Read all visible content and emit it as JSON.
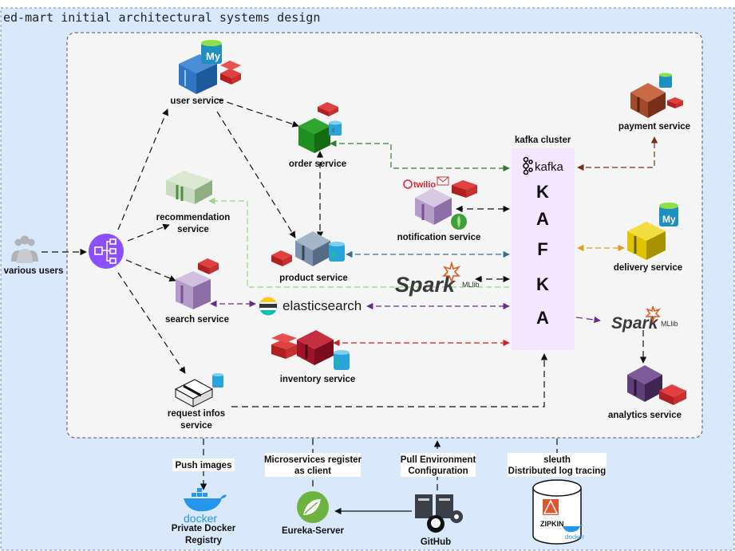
{
  "diagram_title": "ed-mart initial architectural systems design",
  "colors": {
    "outer_bg": "#dae8fc",
    "inner_bg": "#f5f5f5",
    "kafka_bg": "#f5e6ff",
    "user_service": "#2e75c4",
    "order_service": "#1f8f1f",
    "payment_service": "#a04a2a",
    "delivery_service": "#e0c400",
    "analytics_service": "#5e3f78",
    "inventory_service": "#a0142a",
    "recommendation_service": "#c8dcc0",
    "search_service": "#b59cc8",
    "product_service": "#7d93ad",
    "redis": "#d03030",
    "mysql": "#1f8fbf",
    "postgres": "#3b6fa8",
    "mongo": "#3fa037",
    "arrow_order": "#2e7d2e",
    "arrow_recommendation": "#8fdc7a",
    "arrow_product": "#3a6f95",
    "arrow_search": "#6a2a8a",
    "arrow_inventory": "#d02020",
    "arrow_payment": "#7a2e1a",
    "arrow_delivery": "#d8a020"
  },
  "users": {
    "label": "various users",
    "icon": "users-icon"
  },
  "gateway": {
    "icon": "load-balancer-icon"
  },
  "services": {
    "user": "user service",
    "order": "order service",
    "recommendation": "recommendation service",
    "search": "search service",
    "product": "product service",
    "notification": "notification service",
    "inventory": "inventory service",
    "request_infos": "request infos service",
    "payment": "payment service",
    "delivery": "delivery service",
    "analytics": "analytics service"
  },
  "kafka": {
    "cluster_label": "kafka cluster",
    "logo_text": "kafka",
    "letters": [
      "K",
      "A",
      "F",
      "K",
      "A"
    ]
  },
  "logos": {
    "spark_ml": "Spark",
    "spark_ml_sub": "MLlib",
    "spark_analytics": "Spark",
    "spark_analytics_sub": "MLlib",
    "elasticsearch": "elasticsearch",
    "twilio": "twilio",
    "mysql_badge": "My",
    "docker_text": "docker",
    "zipkin_text": "ZIPKIN",
    "zipkin_docker": "docker"
  },
  "infra": {
    "push_images": "Push images",
    "docker_registry": "Private Docker Registry",
    "register_client": "Microservices register as client",
    "eureka": "Eureka-Server",
    "pull_env": "Pull Environment Configuration",
    "github": "GitHub",
    "sleuth": "sleuth Distributed log tracing"
  }
}
